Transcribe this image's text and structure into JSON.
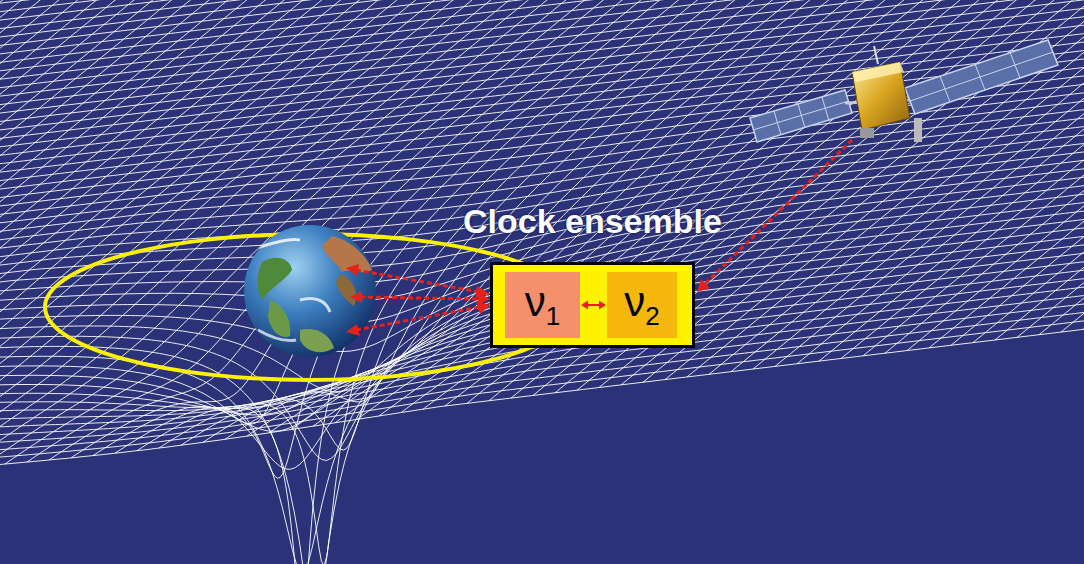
{
  "diagram": {
    "nodes": [
      {
        "text": [
          "Clock ensemble"
        ]
      },
      {
        "text": [
          "ν1"
        ],
        "in": 0
      },
      {
        "text": [
          "ν2"
        ],
        "in": 0
      }
    ],
    "edges": [
      {
        "from": 1,
        "to": 2,
        "arrow": "both"
      }
    ]
  }
}
